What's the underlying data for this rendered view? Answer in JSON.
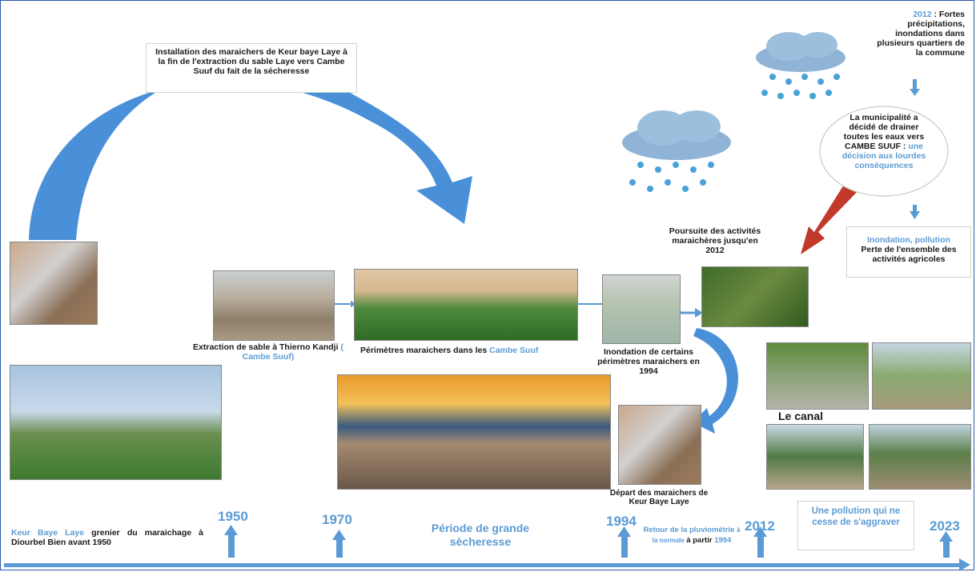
{
  "top_caption": "Installation des maraichers de Keur baye Laye à la fin de l'extraction du sable Laye vers Cambe Suuf du fait de la sécheresse",
  "steps": {
    "extraction": {
      "text": "Extraction de sable à Thierno Kandji",
      "highlight": "( Cambe Suuf)"
    },
    "perimetres": {
      "text": "Périmètres maraichers dans les",
      "highlight": "Cambe Suuf"
    },
    "inondation": "Inondation de certains périmètres maraichers en 1994",
    "depart": "Départ des maraichers de Keur Baye Laye",
    "poursuite": "Poursuite des activités maraichères jusqu'en 2012"
  },
  "rain_2012": {
    "year": "2012",
    "text": " : Fortes précipitations, inondations dans plusieurs quartiers de la commune"
  },
  "municipality": {
    "text": "La municipalité a décidé de drainer toutes les eaux vers CAMBE SUUF :",
    "highlight": "une décision aux lourdes conséquences"
  },
  "consequence": {
    "highlight": "Inondation, pollution",
    "text": "Perte de l'ensemble des activités agricoles"
  },
  "canal_label": "Le canal",
  "pollution_label": "Une pollution qui ne cesse de s'aggraver",
  "timeline": {
    "intro": {
      "highlight": "Keur Baye Laye",
      "text": "grenier du maraichage à Diourbel Bien avant 1950"
    },
    "years": [
      "1950",
      "1970",
      "1994",
      "2012",
      "2023"
    ],
    "drought": "Période de grande sècheresse",
    "retour": {
      "part1": "Retour de la pluviométrie",
      "part2": "à la normale",
      "part3": "à partir",
      "part4": "1994"
    }
  },
  "colors": {
    "accent": "#5b9bd5",
    "red_arrow": "#c0392b",
    "text": "#1a1a1a"
  }
}
